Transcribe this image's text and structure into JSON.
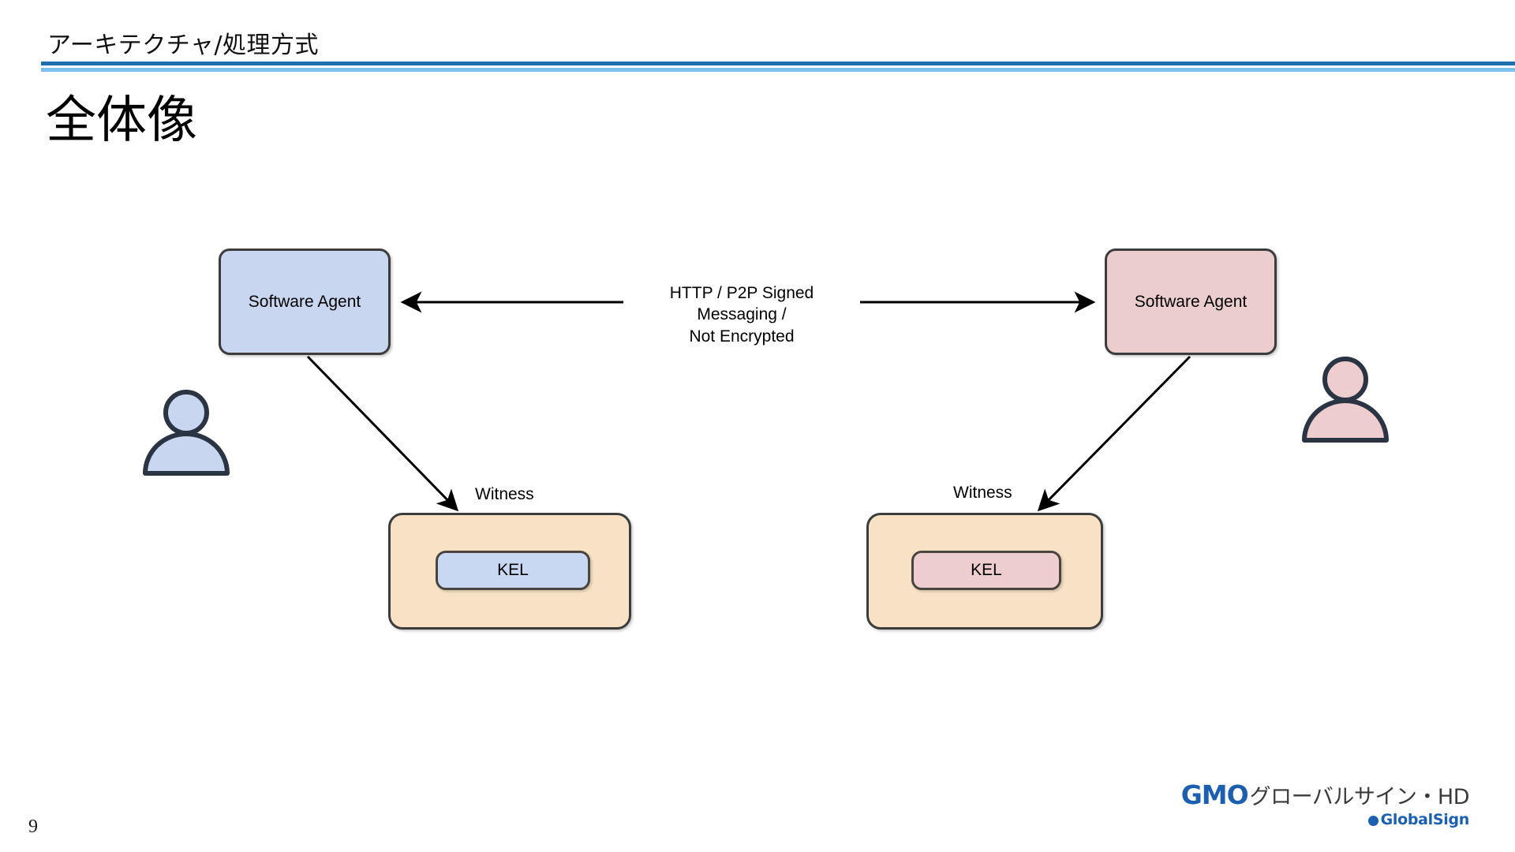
{
  "slide": {
    "kicker": "アーキテクチャ/処理方式",
    "title": "全体像",
    "page_number": "9"
  },
  "diagram": {
    "nodes": {
      "agent_left": {
        "label": "Software Agent",
        "fill": "#C9D6F0",
        "stroke": "#3C3C3C"
      },
      "agent_right": {
        "label": "Software Agent",
        "fill": "#EBCDCE",
        "stroke": "#3C3C3C"
      },
      "witness_left": {
        "label": "Witness",
        "fill": "#F7E2C5",
        "stroke": "#4A4440"
      },
      "witness_right": {
        "label": "Witness",
        "fill": "#F7E2C5",
        "stroke": "#4A4440"
      },
      "kel_left": {
        "label": "KEL",
        "fill": "#C9D8F2",
        "stroke": "#4A4440"
      },
      "kel_right": {
        "label": "KEL",
        "fill": "#EDCDCE",
        "stroke": "#4A4440"
      }
    },
    "edges": {
      "agent_to_agent": {
        "label_line1": "HTTP / P2P Signed Messaging /",
        "label_line2": "Not Encrypted",
        "direction": "bidirectional"
      },
      "agent_left_to_witness_left": {
        "direction": "down-right"
      },
      "agent_right_to_witness_right": {
        "direction": "down-left"
      }
    },
    "actors": {
      "person_left": {
        "name": "user-left",
        "fill": "#C9D6F0",
        "stroke": "#2B3443"
      },
      "person_right": {
        "name": "user-right",
        "fill": "#EDCDCE",
        "stroke": "#2B3443"
      }
    }
  },
  "theme": {
    "rule_dark": "#1F6FAF",
    "rule_light": "#7CC0EB",
    "brand_blue": "#1B5FAE",
    "brand_gray": "#3A3A3A"
  },
  "logo": {
    "gmo": "GMO",
    "jp": "グローバルサイン・HD",
    "globalsign": "GlobalSign"
  }
}
